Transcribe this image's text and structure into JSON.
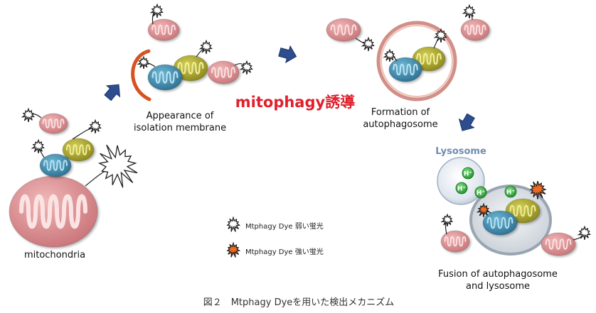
{
  "labels": {
    "appearance": "Appearance of\nisolation membrane",
    "formation": "Formation of\nautophagosome",
    "mitochondria": "mitochondria",
    "fusion": "Fusion of autophagosome\nand lysosome",
    "lysosome": "Lysosome",
    "center_title": "mitophagy誘導",
    "proton": "H⁺"
  },
  "legend": {
    "weak": "Mtphagy Dye 弱い蛍光",
    "strong": "Mtphagy Dye 強い蛍光"
  },
  "caption": "図２　Mtphagy Dyeを用いた検出メカニズム",
  "colors": {
    "mito_pink": "#d98f92",
    "mito_teal": "#3e8eb0",
    "mito_olive": "#aeaa2a",
    "membrane_orange": "#d6531f",
    "burst_orange": "#ee6a1f",
    "arrow_blue": "#2d4d8f",
    "lysosome_gray": "#b9c3cd",
    "proton_green": "#38b33f",
    "title_red": "#e0202c"
  }
}
